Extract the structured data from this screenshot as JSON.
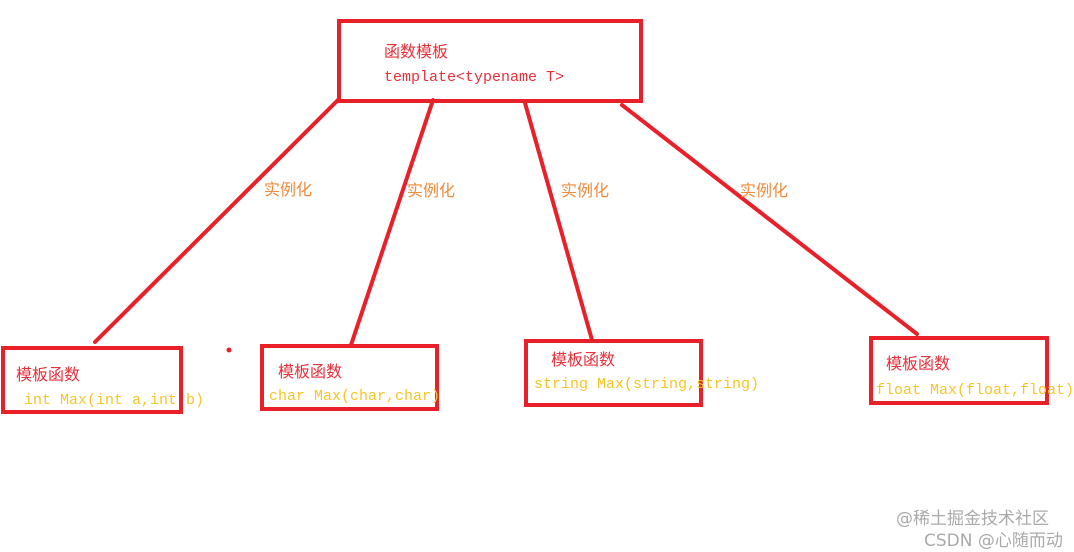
{
  "colors": {
    "box": "#e8202a",
    "title": "#e8303a",
    "code": "#f7c626",
    "edge_label": "#f08a3c",
    "watermark": "#aaaaaa"
  },
  "root": {
    "title": "函数模板",
    "code": "template<typename T>"
  },
  "edge_label": "实例化",
  "children": [
    {
      "title": "模板函数",
      "code": "int Max(int a,int b)"
    },
    {
      "title": "模板函数",
      "code": "char Max(char,char)"
    },
    {
      "title": "模板函数",
      "code": "string Max(string,string)"
    },
    {
      "title": "模板函数",
      "code": "float Max(float,float)"
    }
  ],
  "watermark": {
    "line1": "@稀土掘金技术社区",
    "line2": "CSDN @心随而动"
  }
}
